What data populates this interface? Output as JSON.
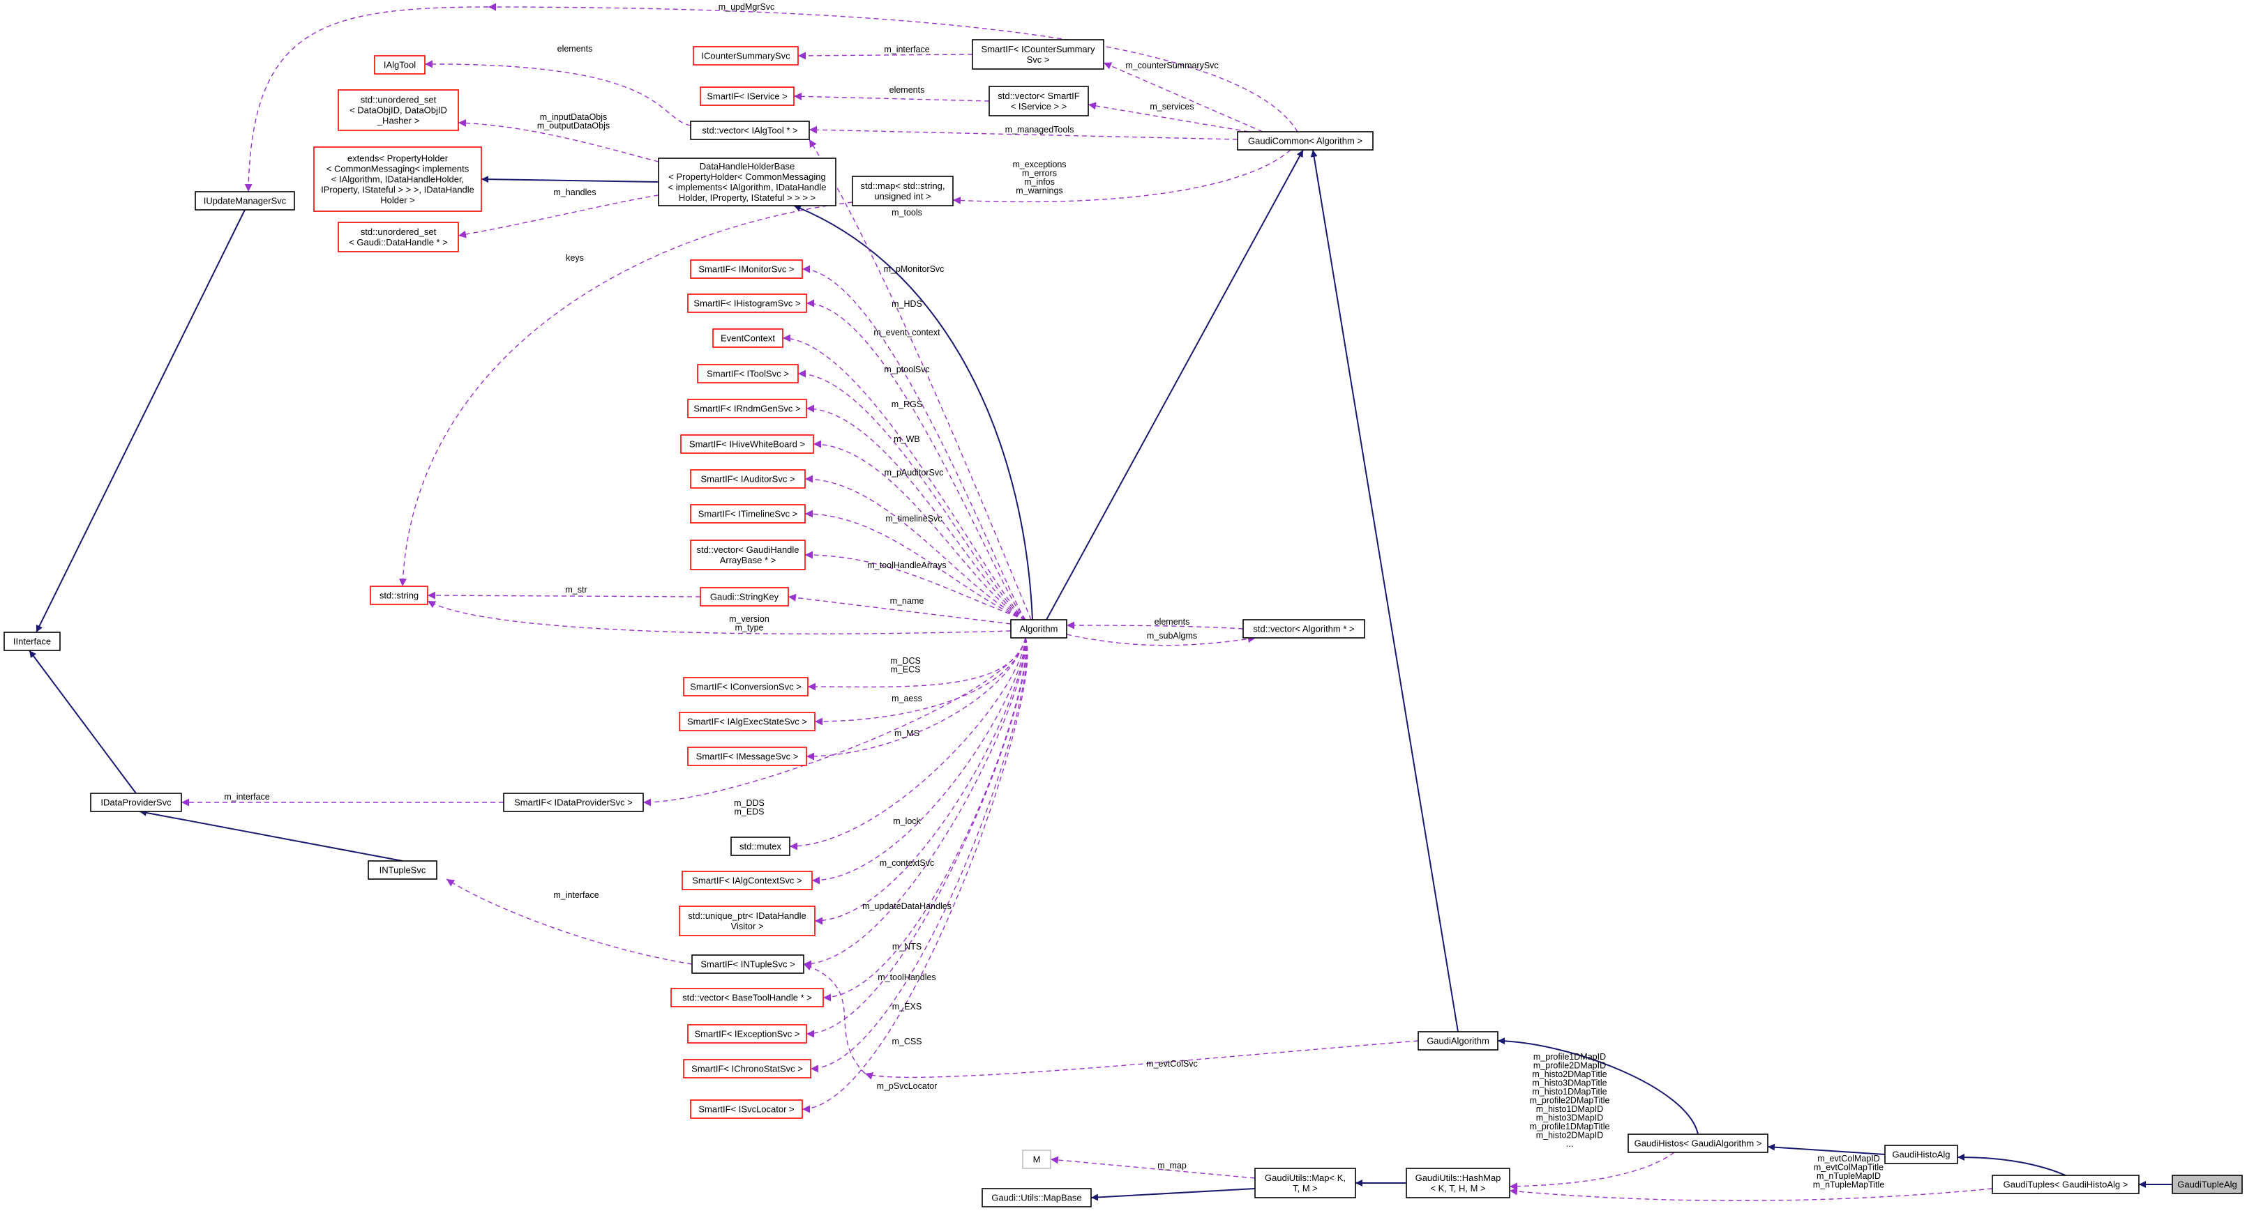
{
  "nodes": {
    "IInterface": "IInterface",
    "IUpdateManagerSvc": "IUpdateManagerSvc",
    "IDataProviderSvc": "IDataProviderSvc",
    "INTupleSvc": "INTupleSvc",
    "IAlgTool": "IAlgTool",
    "unordered_set_dataobj": [
      "std::unordered_set",
      "< DataObjID, DataObjID",
      "_Hasher >"
    ],
    "extends_propertyholder": [
      "extends< PropertyHolder",
      "< CommonMessaging< implements",
      "< IAlgorithm, IDataHandleHolder,",
      "IProperty, IStateful > > >, IDataHandle",
      "Holder >"
    ],
    "unordered_set_datahandle": [
      "std::unordered_set",
      "< Gaudi::DataHandle * >"
    ],
    "DataHandleHolderBase": [
      "DataHandleHolderBase",
      "< PropertyHolder< CommonMessaging",
      "< implements< IAlgorithm, IDataHandle",
      "Holder, IProperty, IStateful > > > >"
    ],
    "ICounterSummarySvc": "ICounterSummarySvc",
    "SmartIF_ICounterSummarySvc": [
      "SmartIF< ICounterSummary",
      "Svc >"
    ],
    "SmartIF_IService": "SmartIF< IService >",
    "vector_SmartIF_IService": [
      "std::vector< SmartIF",
      "< IService > >"
    ],
    "vector_IAlgTool": "std::vector< IAlgTool * >",
    "GaudiCommon_Algorithm": "GaudiCommon< Algorithm >",
    "map_string_uint": [
      "std::map< std::string,",
      "unsigned int >"
    ],
    "SmartIF_IMonitorSvc": "SmartIF< IMonitorSvc >",
    "SmartIF_IHistogramSvc": "SmartIF< IHistogramSvc >",
    "EventContext": "EventContext",
    "SmartIF_IToolSvc": "SmartIF< IToolSvc >",
    "SmartIF_IRndmGenSvc": "SmartIF< IRndmGenSvc >",
    "SmartIF_IHiveWhiteBoard": "SmartIF< IHiveWhiteBoard >",
    "SmartIF_IAuditorSvc": "SmartIF< IAuditorSvc >",
    "SmartIF_ITimelineSvc": "SmartIF< ITimelineSvc >",
    "vector_GaudiHandleArrayBase": [
      "std::vector< GaudiHandle",
      "ArrayBase * >"
    ],
    "std_string": "std::string",
    "Gaudi_StringKey": "Gaudi::StringKey",
    "Algorithm": "Algorithm",
    "vector_Algorithm": "std::vector< Algorithm * >",
    "SmartIF_IConversionSvc": "SmartIF< IConversionSvc >",
    "SmartIF_IAlgExecStateSvc": "SmartIF< IAlgExecStateSvc >",
    "SmartIF_IMessageSvc": "SmartIF< IMessageSvc >",
    "SmartIF_IDataProviderSvc": "SmartIF< IDataProviderSvc >",
    "std_mutex": "std::mutex",
    "SmartIF_IAlgContextSvc": "SmartIF< IAlgContextSvc >",
    "unique_ptr_IDataHandleVisitor": [
      "std::unique_ptr< IDataHandle",
      "Visitor >"
    ],
    "SmartIF_INTupleSvc": "SmartIF< INTupleSvc >",
    "vector_BaseToolHandle": "std::vector< BaseToolHandle * >",
    "SmartIF_IExceptionSvc": "SmartIF< IExceptionSvc >",
    "SmartIF_IChronoStatSvc": "SmartIF< IChronoStatSvc >",
    "SmartIF_ISvcLocator": "SmartIF< ISvcLocator >",
    "GaudiAlgorithm": "GaudiAlgorithm",
    "M": "M",
    "Gaudi_Utils_MapBase": "Gaudi::Utils::MapBase",
    "GaudiUtils_Map": [
      "GaudiUtils::Map< K,",
      "T, M >"
    ],
    "GaudiUtils_HashMap": [
      "GaudiUtils::HashMap",
      "< K, T, H, M >"
    ],
    "GaudiHistos_GaudiAlgorithm": "GaudiHistos< GaudiAlgorithm >",
    "GaudiHistoAlg": "GaudiHistoAlg",
    "GaudiTuples_GaudiHistoAlg": "GaudiTuples< GaudiHistoAlg >",
    "GaudiTupleAlg": "GaudiTupleAlg"
  },
  "edge_labels": {
    "m_updMgrSvc": [
      "m_updMgrSvc"
    ],
    "elements_ialgtool": [
      "elements"
    ],
    "m_inputDataObjs": [
      "m_inputDataObjs",
      "m_outputDataObjs"
    ],
    "m_handles": [
      "m_handles"
    ],
    "keys": [
      "keys"
    ],
    "m_interface_counter": [
      "m_interface"
    ],
    "m_counterSummarySvc": [
      "m_counterSummarySvc"
    ],
    "elements_iservice": [
      "elements"
    ],
    "m_services": [
      "m_services"
    ],
    "m_managedTools": [
      "m_managedTools"
    ],
    "m_exceptions": [
      "m_exceptions",
      "m_errors",
      "m_infos",
      "m_warnings"
    ],
    "m_tools": [
      "m_tools"
    ],
    "m_pMonitorSvc": [
      "m_pMonitorSvc"
    ],
    "m_HDS": [
      "m_HDS"
    ],
    "m_event_context": [
      "m_event_context"
    ],
    "m_ptoolSvc": [
      "m_ptoolSvc"
    ],
    "m_RGS": [
      "m_RGS"
    ],
    "m_WB": [
      "m_WB"
    ],
    "m_pAuditorSvc": [
      "m_pAuditorSvc"
    ],
    "m_timelineSvc": [
      "m_timelineSvc"
    ],
    "m_toolHandleArrays": [
      "m_toolHandleArrays"
    ],
    "m_str": [
      "m_str"
    ],
    "m_name": [
      "m_name"
    ],
    "m_version": [
      "m_version",
      "m_type"
    ],
    "elements_algorithm": [
      "elements"
    ],
    "m_subAlgms": [
      "m_subAlgms"
    ],
    "m_DCS": [
      "m_DCS",
      "m_ECS"
    ],
    "m_aess": [
      "m_aess"
    ],
    "m_MS": [
      "m_MS"
    ],
    "m_interface_dataprovider": [
      "m_interface"
    ],
    "m_DDS": [
      "m_DDS",
      "m_EDS"
    ],
    "m_lock": [
      "m_lock"
    ],
    "m_contextSvc": [
      "m_contextSvc"
    ],
    "m_interface_ntuple": [
      "m_interface"
    ],
    "m_updateDataHandles": [
      "m_updateDataHandles"
    ],
    "m_NTS": [
      "m_NTS"
    ],
    "m_toolHandles": [
      "m_toolHandles"
    ],
    "m_EXS": [
      "m_EXS"
    ],
    "m_CSS": [
      "m_CSS"
    ],
    "m_pSvcLocator": [
      "m_pSvcLocator"
    ],
    "m_evtColSvc": [
      "m_evtColSvc"
    ],
    "m_map": [
      "m_map"
    ],
    "m_profile1DMapID": [
      "m_profile1DMapID",
      "m_profile2DMapID",
      "m_histo2DMapTitle",
      "m_histo3DMapTitle",
      "m_histo1DMapTitle",
      "m_profile2DMapTitle",
      "m_histo1DMapID",
      "m_histo3DMapID",
      "m_profile1DMapTitle",
      "m_histo2DMapID",
      "..."
    ],
    "m_evtColMapID": [
      "m_evtColMapID",
      "m_evtColMapTitle",
      "m_nTupleMapID",
      "m_nTupleMapTitle"
    ]
  }
}
